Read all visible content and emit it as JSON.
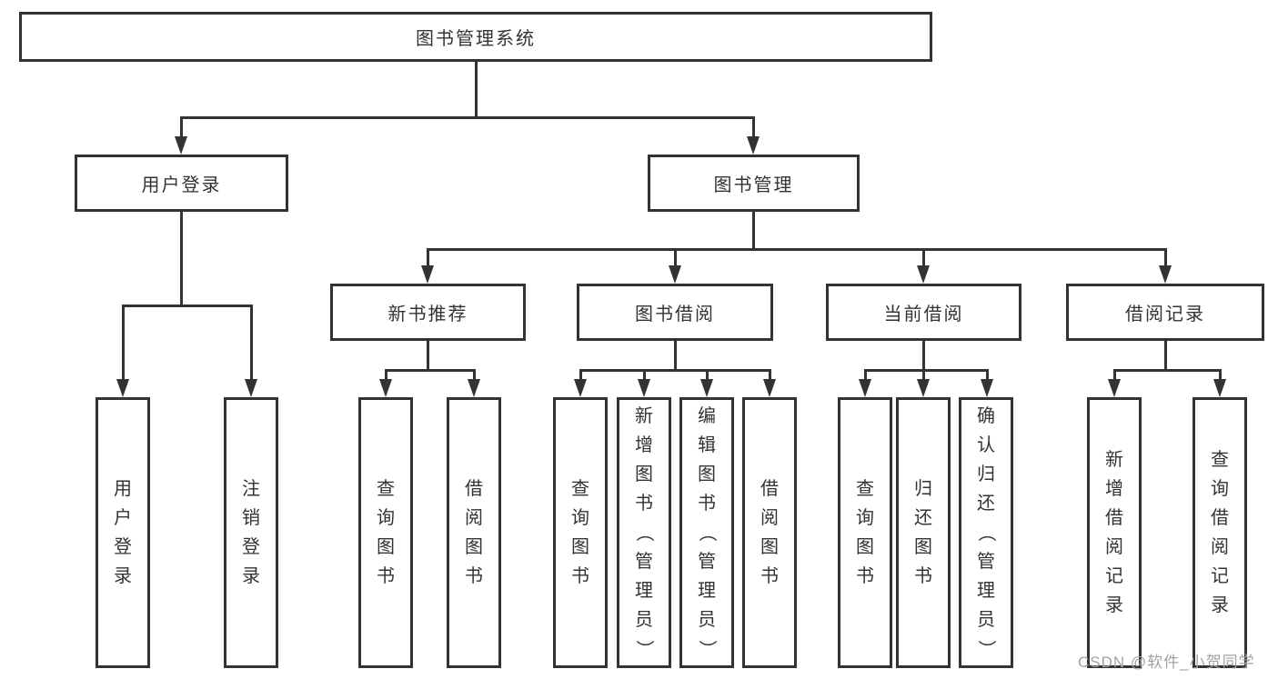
{
  "diagram": {
    "type": "hierarchy-tree",
    "root": {
      "label": "图书管理系统",
      "children": [
        {
          "label": "用户登录",
          "children": [
            {
              "label": "用户登录"
            },
            {
              "label": "注销登录"
            }
          ]
        },
        {
          "label": "图书管理",
          "children": [
            {
              "label": "新书推荐",
              "children": [
                {
                  "label": "查询图书"
                },
                {
                  "label": "借阅图书"
                }
              ]
            },
            {
              "label": "图书借阅",
              "children": [
                {
                  "label": "查询图书"
                },
                {
                  "label": "新增图书（管理员）"
                },
                {
                  "label": "编辑图书（管理员）"
                },
                {
                  "label": "借阅图书"
                }
              ]
            },
            {
              "label": "当前借阅",
              "children": [
                {
                  "label": "查询图书"
                },
                {
                  "label": "归还图书"
                },
                {
                  "label": "确认归还（管理员）"
                }
              ]
            },
            {
              "label": "借阅记录",
              "children": [
                {
                  "label": "新增借阅记录"
                },
                {
                  "label": "查询借阅记录"
                }
              ]
            }
          ]
        }
      ]
    }
  },
  "watermark": {
    "text": "CSDN @软件_小贺同学"
  },
  "colors": {
    "line": "#333333",
    "text": "#333333",
    "node_fill": "#ffffff",
    "background": "#ffffff",
    "watermark": "#a2a2a2"
  }
}
